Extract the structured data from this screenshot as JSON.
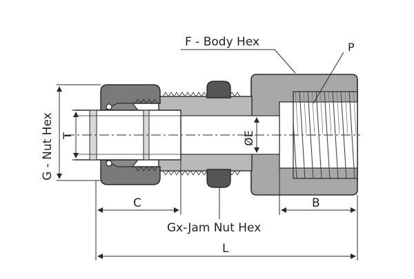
{
  "labels": {
    "body_hex": "F - Body Hex",
    "port": "P",
    "nut_hex": "G - Nut Hex",
    "tube_od": "T",
    "bore": "ØE",
    "dim_c": "C",
    "dim_b": "B",
    "jam_nut_hex": "Gx-Jam Nut Hex",
    "dim_l": "L"
  },
  "colors": {
    "line": "#2a2a2a",
    "metal_dark": "#6f6f6f",
    "metal_mid": "#9a9a9a",
    "metal_light": "#c9c9c9",
    "background": "#ffffff"
  }
}
